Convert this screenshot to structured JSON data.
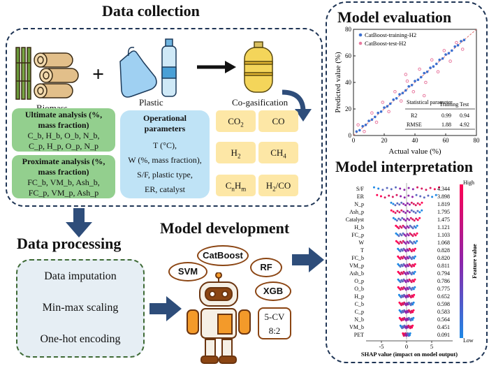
{
  "sections": {
    "data_collection": "Data collection",
    "model_evaluation": "Model evaluation",
    "model_interpretation": "Model interpretation",
    "model_development": "Model development",
    "data_processing": "Data processing"
  },
  "collection": {
    "biomass": "Biomass",
    "plastic": "Plastic",
    "cogasification": "Co-gasification",
    "plus": "+",
    "ultimate_title_1": "Ultimate analysis (%,",
    "ultimate_title_2": "mass fraction)",
    "ultimate_line1": "C_b, H_b, O_b, N_b,",
    "ultimate_line2": "C_p, H_p, O_p, N_p",
    "proximate_title_1": "Proximate analysis (%,",
    "proximate_title_2": "mass fraction)",
    "proximate_line1": "FC_b, VM_b, Ash_b,",
    "proximate_line2": "FC_p, VM_p, Ash_p",
    "operational_title_1": "Operational",
    "operational_title_2": "parameters",
    "op_lines": [
      "T (°C),",
      "W (%, mass fraction),",
      "S/F, plastic type,",
      "ER, catalyst"
    ],
    "gases": [
      "CO2",
      "CO",
      "H2",
      "CH4",
      "CnHm",
      "H2/CO"
    ]
  },
  "processing": [
    "Data imputation",
    "Min-max scaling",
    "One-hot encoding"
  ],
  "development": {
    "models": [
      "CatBoost",
      "SVM",
      "RF",
      "XGB"
    ],
    "cv_1": "5-CV",
    "cv_2": "8:2"
  },
  "evaluation": {
    "xlabel": "Actual value (%)",
    "ylabel": "Predicted value (%)",
    "legend_train": "CatBoost-training-H2",
    "legend_test": "CatBoost-test-H2",
    "table": {
      "head": [
        "Statistical parameter",
        "Training",
        "Test"
      ],
      "rows": [
        [
          "R2",
          "0.99",
          "0.94"
        ],
        [
          "RMSE",
          "1.88",
          "4.92"
        ]
      ]
    }
  },
  "chart_data": [
    {
      "type": "scatter",
      "title": "",
      "xlabel": "Actual value (%)",
      "ylabel": "Predicted value (%)",
      "xlim": [
        0,
        80
      ],
      "ylim": [
        0,
        80
      ],
      "xticks": [
        0,
        20,
        40,
        60,
        80
      ],
      "yticks": [
        0,
        20,
        40,
        60,
        80
      ],
      "series": [
        {
          "name": "CatBoost-training-H2",
          "color": "#3b6fd0",
          "points": [
            [
              2,
              3
            ],
            [
              4,
              4
            ],
            [
              6,
              7
            ],
            [
              8,
              8
            ],
            [
              10,
              11
            ],
            [
              12,
              12
            ],
            [
              14,
              14
            ],
            [
              16,
              17
            ],
            [
              18,
              18
            ],
            [
              20,
              21
            ],
            [
              22,
              22
            ],
            [
              24,
              24
            ],
            [
              26,
              27
            ],
            [
              28,
              28
            ],
            [
              30,
              31
            ],
            [
              32,
              32
            ],
            [
              34,
              34
            ],
            [
              36,
              37
            ],
            [
              38,
              38
            ],
            [
              40,
              41
            ],
            [
              42,
              42
            ],
            [
              44,
              44
            ],
            [
              46,
              47
            ],
            [
              48,
              48
            ],
            [
              50,
              51
            ],
            [
              52,
              52
            ],
            [
              54,
              54
            ],
            [
              56,
              57
            ],
            [
              58,
              58
            ],
            [
              60,
              61
            ],
            [
              62,
              62
            ],
            [
              64,
              64
            ],
            [
              66,
              67
            ],
            [
              68,
              68
            ],
            [
              70,
              71
            ],
            [
              72,
              72
            ]
          ]
        },
        {
          "name": "CatBoost-test-H2",
          "color": "#e87aa0",
          "points": [
            [
              3,
              8
            ],
            [
              7,
              3
            ],
            [
              12,
              17
            ],
            [
              15,
              10
            ],
            [
              19,
              25
            ],
            [
              23,
              18
            ],
            [
              27,
              33
            ],
            [
              31,
              26
            ],
            [
              35,
              41
            ],
            [
              39,
              33
            ],
            [
              43,
              50
            ],
            [
              47,
              40
            ],
            [
              51,
              57
            ],
            [
              55,
              48
            ],
            [
              59,
              64
            ],
            [
              63,
              56
            ],
            [
              67,
              70
            ],
            [
              71,
              65
            ],
            [
              46,
              30
            ],
            [
              34,
              46
            ]
          ]
        }
      ]
    },
    {
      "type": "beeswarm",
      "title": "",
      "xlabel": "SHAP value (impact on model output)",
      "xlim": [
        -8,
        8
      ],
      "xticks": [
        -5,
        0,
        5
      ],
      "colorbar_label": "Feature value",
      "colorbar_high": "High",
      "colorbar_low": "Low",
      "features": [
        "S/F",
        "ER",
        "N_p",
        "Ash_p",
        "Catalyst",
        "H_b",
        "FC_p",
        "W",
        "T",
        "FC_b",
        "VM_p",
        "Ash_b",
        "O_p",
        "O_b",
        "H_p",
        "C_b",
        "C_p",
        "N_b",
        "VM_b",
        "PET"
      ],
      "values": [
        4.344,
        3.898,
        1.819,
        1.795,
        1.475,
        1.121,
        1.103,
        1.068,
        0.828,
        0.82,
        0.811,
        0.794,
        0.786,
        0.775,
        0.652,
        0.598,
        0.583,
        0.564,
        0.451,
        0.091
      ]
    }
  ]
}
